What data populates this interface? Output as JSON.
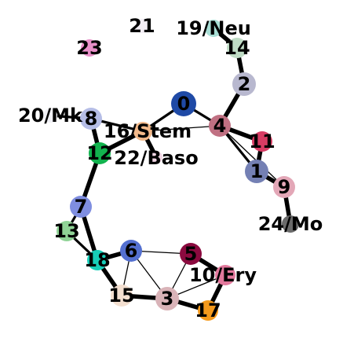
{
  "nodes": [
    {
      "id": "0",
      "label": "0",
      "color": "#1f4aa6"
    },
    {
      "id": "1",
      "label": "1",
      "color": "#7480b4"
    },
    {
      "id": "2",
      "label": "2",
      "color": "#b8b8cf"
    },
    {
      "id": "3",
      "label": "3",
      "color": "#d9b3b8"
    },
    {
      "id": "4",
      "label": "4",
      "color": "#c07082"
    },
    {
      "id": "5",
      "label": "5",
      "color": "#8b0a3f"
    },
    {
      "id": "6",
      "label": "6",
      "color": "#5470d0"
    },
    {
      "id": "7",
      "label": "7",
      "color": "#7f8ee0"
    },
    {
      "id": "8",
      "label": "8",
      "color": "#b5bde6"
    },
    {
      "id": "9",
      "label": "9",
      "color": "#e3a7b7"
    },
    {
      "id": "10",
      "label": "10/Ery",
      "color": "#e2789c"
    },
    {
      "id": "11",
      "label": "11",
      "color": "#d63c63"
    },
    {
      "id": "12",
      "label": "12",
      "color": "#12b34e"
    },
    {
      "id": "13",
      "label": "13",
      "color": "#8fd396"
    },
    {
      "id": "14",
      "label": "14",
      "color": "#bfdcc5"
    },
    {
      "id": "15",
      "label": "15",
      "color": "#f3dfd0"
    },
    {
      "id": "16",
      "label": "16/Stem",
      "color": "#f3b98a"
    },
    {
      "id": "17",
      "label": "17",
      "color": "#f59a1c"
    },
    {
      "id": "18",
      "label": "18",
      "color": "#17cdb8"
    },
    {
      "id": "19",
      "label": "19/Neu",
      "color": "#a8ded5"
    },
    {
      "id": "20",
      "label": "20/Mk",
      "color": "#f0f0f5"
    },
    {
      "id": "21",
      "label": "21",
      "color": "#f3eef5"
    },
    {
      "id": "22",
      "label": "22/Baso",
      "color": "#f1d6e4"
    },
    {
      "id": "23",
      "label": "23",
      "color": "#e88fc8"
    },
    {
      "id": "24",
      "label": "24/Mo",
      "color": "#6b6b6b"
    }
  ],
  "edges": [
    {
      "from": "19",
      "to": "14",
      "weight": "strong"
    },
    {
      "from": "14",
      "to": "2",
      "weight": "strong"
    },
    {
      "from": "2",
      "to": "4",
      "weight": "strong"
    },
    {
      "from": "0",
      "to": "4",
      "weight": "medium"
    },
    {
      "from": "0",
      "to": "16",
      "weight": "medium"
    },
    {
      "from": "16",
      "to": "4",
      "weight": "thin"
    },
    {
      "from": "4",
      "to": "11",
      "weight": "strong"
    },
    {
      "from": "4",
      "to": "1",
      "weight": "medium"
    },
    {
      "from": "11",
      "to": "1",
      "weight": "strong"
    },
    {
      "from": "1",
      "to": "9",
      "weight": "strong"
    },
    {
      "from": "9",
      "to": "24",
      "weight": "strong"
    },
    {
      "from": "4",
      "to": "9",
      "weight": "thin"
    },
    {
      "from": "20",
      "to": "8",
      "weight": "medium"
    },
    {
      "from": "8",
      "to": "12",
      "weight": "strong"
    },
    {
      "from": "8",
      "to": "16",
      "weight": "medium"
    },
    {
      "from": "16",
      "to": "12",
      "weight": "strong"
    },
    {
      "from": "16",
      "to": "22",
      "weight": "strong"
    },
    {
      "from": "12",
      "to": "7",
      "weight": "strong"
    },
    {
      "from": "7",
      "to": "13",
      "weight": "medium"
    },
    {
      "from": "7",
      "to": "18",
      "weight": "strong"
    },
    {
      "from": "13",
      "to": "18",
      "weight": "medium"
    },
    {
      "from": "18",
      "to": "6",
      "weight": "strong"
    },
    {
      "from": "18",
      "to": "15",
      "weight": "strong"
    },
    {
      "from": "6",
      "to": "5",
      "weight": "thin"
    },
    {
      "from": "6",
      "to": "3",
      "weight": "thin"
    },
    {
      "from": "6",
      "to": "15",
      "weight": "thin"
    },
    {
      "from": "5",
      "to": "10",
      "weight": "strong"
    },
    {
      "from": "5",
      "to": "3",
      "weight": "thin"
    },
    {
      "from": "3",
      "to": "10",
      "weight": "thin"
    },
    {
      "from": "15",
      "to": "3",
      "weight": "strong"
    },
    {
      "from": "3",
      "to": "17",
      "weight": "strong"
    },
    {
      "from": "10",
      "to": "17",
      "weight": "strong"
    }
  ]
}
